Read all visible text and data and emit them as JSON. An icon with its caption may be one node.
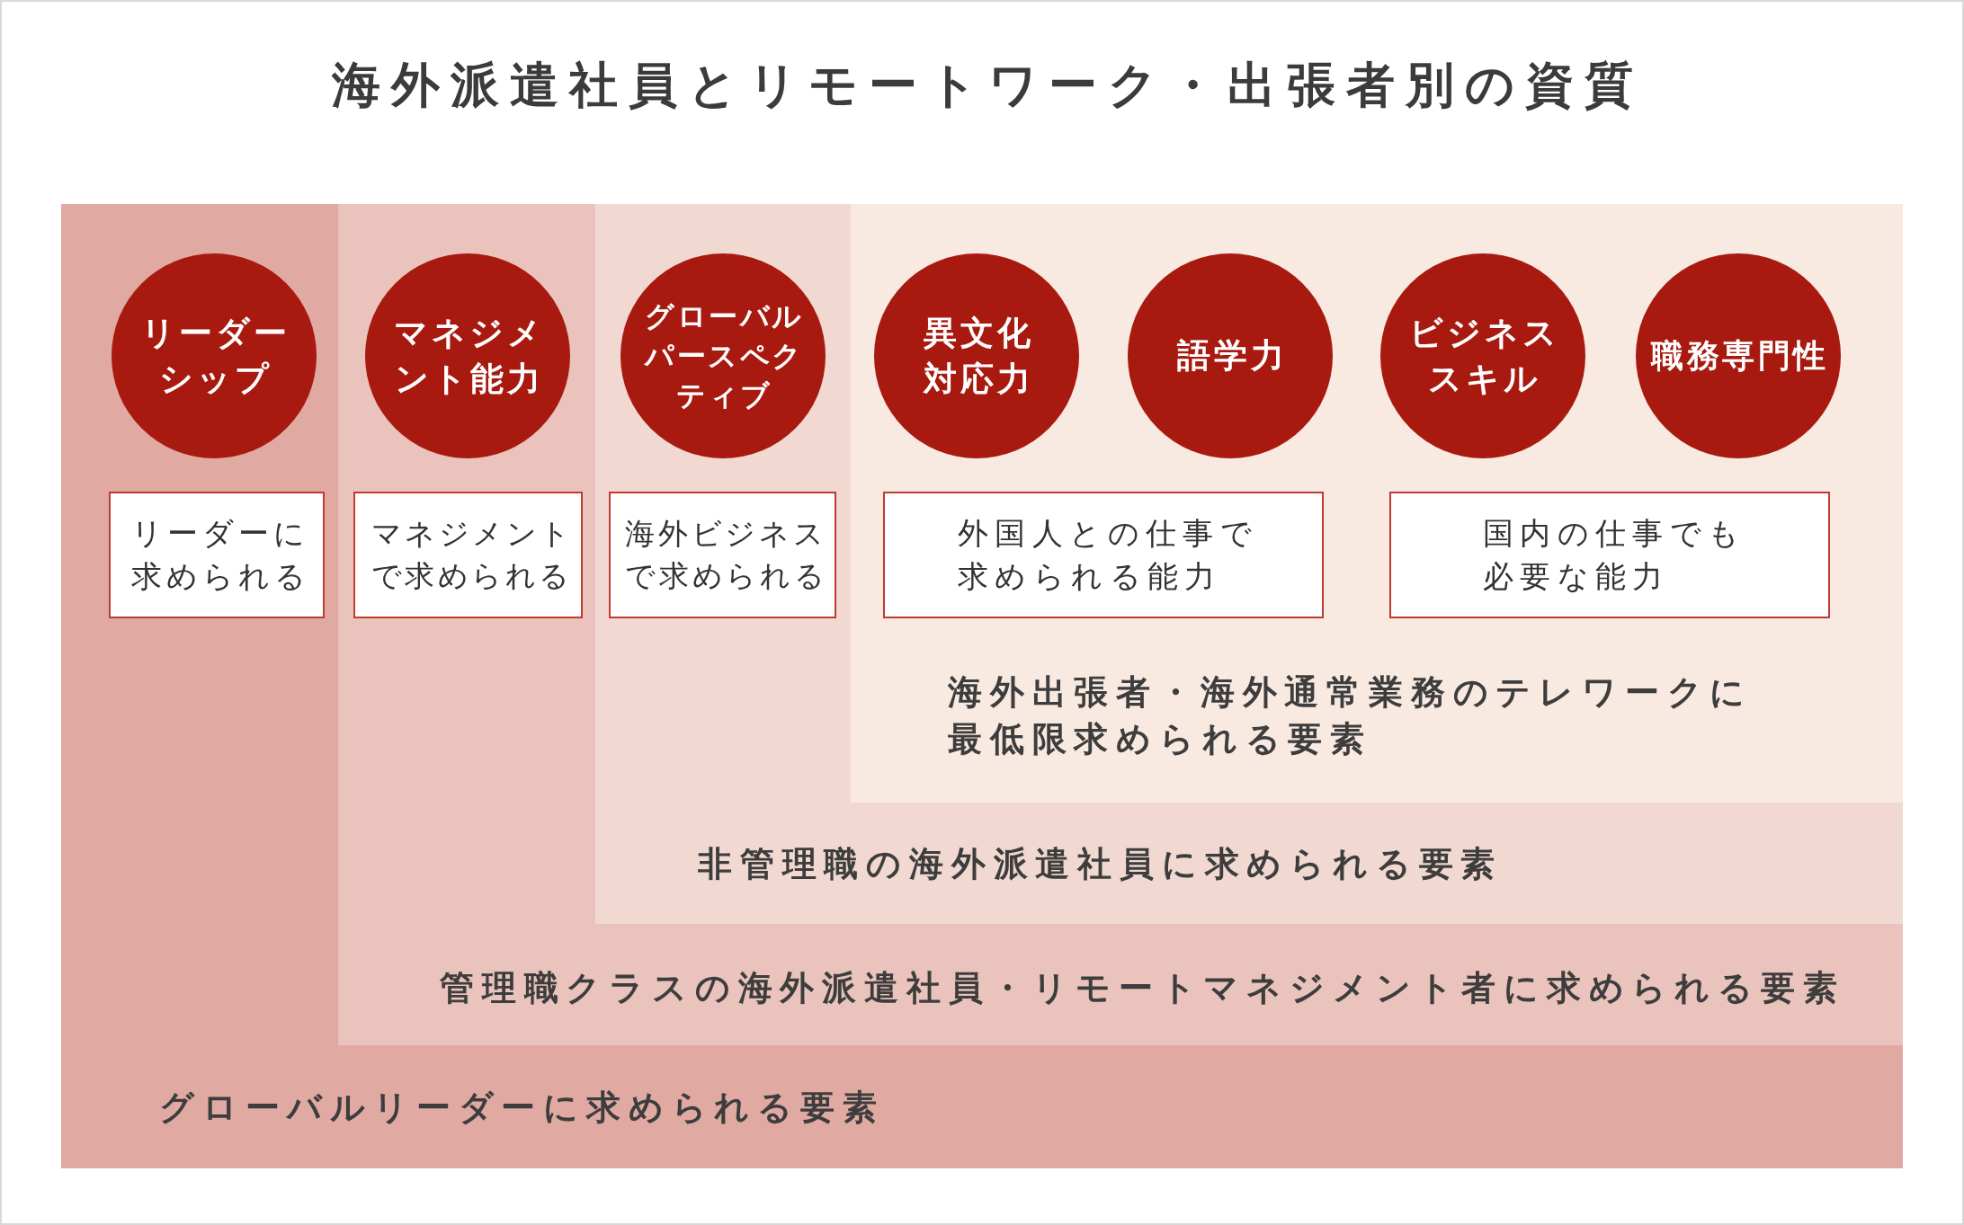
{
  "diagram": {
    "title": "海外派遣社員とリモートワーク・出張者別の資質",
    "nodes": [
      {
        "text": [
          "グローバルリーダーに求められる要素"
        ]
      },
      {
        "text": [
          "管理職クラスの海外派遣社員・リモートマネジメント者に求められる要素"
        ],
        "in": 0
      },
      {
        "text": [
          "非管理職の海外派遣社員に求められる要素"
        ],
        "in": 1
      },
      {
        "text": [
          "海外出張者・海外通常業務のテレワークに最低限求められる要素"
        ],
        "in": 2
      },
      {
        "text": [
          "リーダーシップ"
        ],
        "in": 0
      },
      {
        "text": [
          "マネジメント能力"
        ],
        "in": 1
      },
      {
        "text": [
          "グローバルパースペクティブ"
        ],
        "in": 2
      },
      {
        "text": [
          "異文化対応力"
        ],
        "in": 3
      },
      {
        "text": [
          "語学力"
        ],
        "in": 3
      },
      {
        "text": [
          "ビジネススキル"
        ],
        "in": 3
      },
      {
        "text": [
          "職務専門性"
        ],
        "in": 3
      },
      {
        "text": [
          "リーダーに求められる"
        ],
        "in": 0
      },
      {
        "text": [
          "マネジメントで求められる"
        ],
        "in": 1
      },
      {
        "text": [
          "海外ビジネスで求められる"
        ],
        "in": 2
      },
      {
        "text": [
          "外国人との仕事で求められる能力"
        ],
        "in": 3
      },
      {
        "text": [
          "国内の仕事でも必要な能力"
        ],
        "in": 3
      }
    ]
  }
}
